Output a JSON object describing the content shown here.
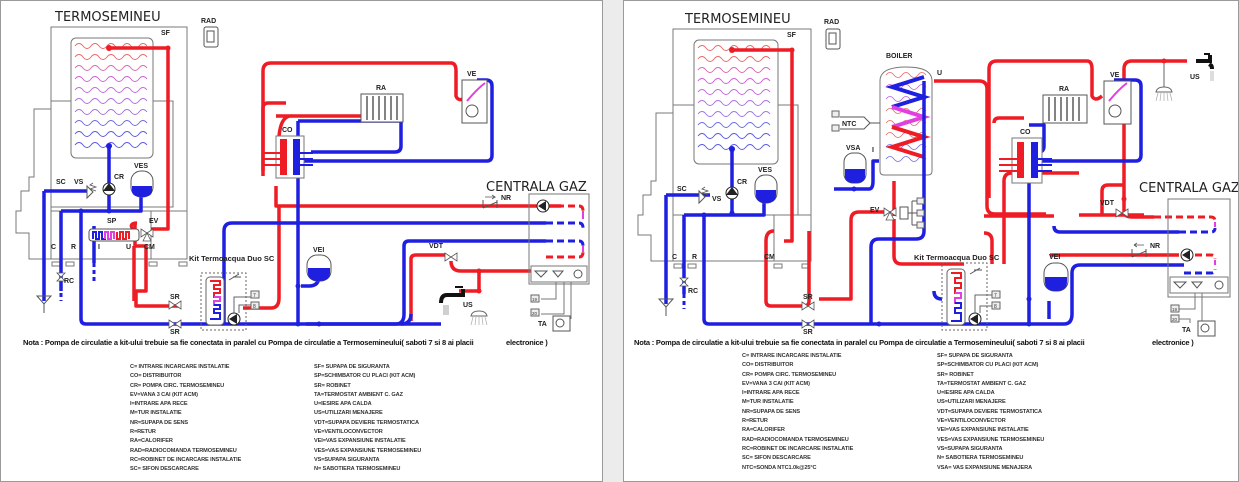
{
  "panels": [
    {
      "id": "left",
      "title_termosemineu": "TERMOSEMINEU",
      "title_centrala": "CENTRALA GAZ",
      "kit_label": "Kit Termoacqua Duo SC",
      "labels": {
        "rad": "RAD",
        "sf": "SF",
        "ves": "VES",
        "cr": "CR",
        "sc": "SC",
        "vs": "VS",
        "sp": "SP",
        "ev": "EV",
        "c": "C",
        "r": "R",
        "i": "I",
        "u": "U",
        "cm": "CM",
        "rc": "RC",
        "sr_top": "SR",
        "sr_bottom": "SR",
        "co": "CO",
        "ra": "RA",
        "ve": "VE",
        "nr": "NR",
        "vei": "VEI",
        "vdt": "VDT",
        "us": "US",
        "ta": "TA",
        "term7": "7",
        "term8": "8",
        "term19": "19",
        "term20": "20"
      },
      "note": "Nota : Pompa de circulatie  a kit-ului trebuie sa fie  conectata in paralel  cu Pompa de circulatie a Termosemineului( saboti 7 si 8 ai placii",
      "note_tail": "electronice )",
      "legend_col1": [
        "C= INTRARE INCARCARE INSTALATIE",
        "CO= DISTRIBUITOR",
        "CR= POMPA CIRC. TERMOSEMINEU",
        "EV=VANA  3 CAI (KIT ACM)",
        "I=INTRARE APA RECE",
        "M=TUR INSTALATIE",
        "NR=SUPAPA DE SENS",
        "R=RETUR",
        "RA=CALORIFER",
        "RAD=RADIOCOMANDA TERMOSEMINEU",
        "RC=ROBINET DE INCARCARE INSTALATIE",
        "SC= SIFON DESCARCARE"
      ],
      "legend_col2": [
        "SF= SUPAPA DE SIGURANTA",
        "SP=SCHIMBATOR CU PLACI (KIT ACM)",
        "SR= ROBINET",
        "TA=TERMOSTAT AMBIENT C. GAZ",
        "U=IESIRE APA CALDA",
        "US=UTILIZARI MENAJERE",
        "VDT=SUPAPA DEVIERE TERMOSTATICA",
        "VE=VENTILOCONVECTOR",
        "VEI=VAS EXPANSIUNE INSTALATIE",
        "VES=VAS EXPANSIUNE TERMOSEMINEU",
        "VS=SUPAPA  SIGURANTA",
        "N= SABOTIERA TERMOSEMINEU"
      ]
    },
    {
      "id": "right",
      "title_termosemineu": "TERMOSEMINEU",
      "title_centrala": "CENTRALA GAZ",
      "title_boiler": "BOILER",
      "kit_label": "Kit Termoacqua Duo SC",
      "labels": {
        "rad": "RAD",
        "sf": "SF",
        "ves": "VES",
        "cr": "CR",
        "sc": "SC",
        "vs": "VS",
        "c": "C",
        "r": "R",
        "cm": "CM",
        "rc": "RC",
        "sr_top": "SR",
        "sr_bottom": "SR",
        "ntc": "NTC",
        "vsa": "VSA",
        "i": "I",
        "u": "U",
        "ev": "EV",
        "co": "CO",
        "ra": "RA",
        "ve": "VE",
        "us": "US",
        "vdt": "VDT",
        "nr": "NR",
        "vei": "VEI",
        "ta": "TA",
        "term7": "7",
        "term8": "8",
        "term19": "19",
        "term20": "20",
        "ev_t1": "22",
        "ev_t2": "23",
        "ev_t3": "24"
      },
      "note": "Nota : Pompa de circulatie  a kit-ului trebuie sa fie  conectata in paralel  cu Pompa de circulatie a Termosemineului( saboti 7 si 8 ai placii",
      "note_tail": "electronice )",
      "legend_col1": [
        "C= INTRARE INCARCARE INSTALATIE",
        "CO= DISTRIBUITOR",
        "CR= POMPA CIRC. TERMOSEMINEU",
        "EV=VANA  3 CAI (KIT ACM)",
        "I=INTRARE APA RECE",
        "M=TUR INSTALATIE",
        "NR=SUPAPA DE SENS",
        "R=RETUR",
        "RA=CALORIFER",
        "RAD=RADIOCOMANDA TERMOSEMINEU",
        "RC=ROBINET DE INCARCARE INSTALATIE",
        "SC= SIFON DESCARCARE",
        "NTC=SONDA NTC1.0k@25°C"
      ],
      "legend_col2": [
        "SF= SUPAPA DE SIGURANTA",
        "SP=SCHIMBATOR CU PLACI (KIT ACM)",
        "SR= ROBINET",
        "TA=TERMOSTAT AMBIENT C. GAZ",
        "U=IESIRE APA CALDA",
        "US=UTILIZARI MENAJERE",
        "VDT=SUPAPA DEVIERE TERMOSTATICA",
        "VE=VENTILOCONVECTOR",
        "VEI=VAS EXPANSIUNE INSTALATIE",
        "VES=VAS EXPANSIUNE TERMOSEMINEU",
        "VS=SUPAPA  SIGURANTA",
        "N= SABOTIERA TERMOSEMINEU",
        "VSA= VAS EXPANSIUNE MENAJERA"
      ]
    }
  ],
  "colors": {
    "hot": "#ee1c24",
    "cold": "#1f1fe0",
    "mix": "#e040e0",
    "frame": "#7a7a7a"
  }
}
